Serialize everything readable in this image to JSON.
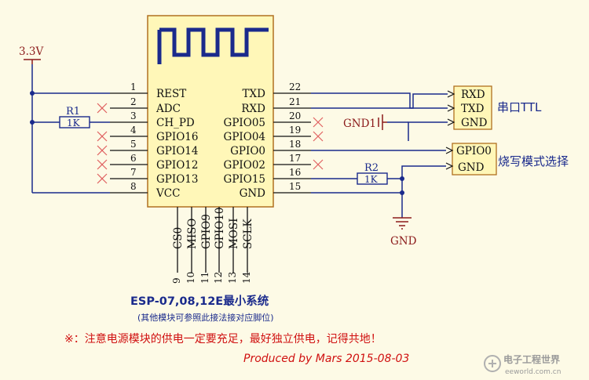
{
  "module": {
    "left_pins": [
      {
        "num": "1",
        "name": "REST"
      },
      {
        "num": "2",
        "name": "ADC"
      },
      {
        "num": "3",
        "name": "CH_PD"
      },
      {
        "num": "4",
        "name": "GPIO16"
      },
      {
        "num": "5",
        "name": "GPIO14"
      },
      {
        "num": "6",
        "name": "GPIO12"
      },
      {
        "num": "7",
        "name": "GPIO13"
      },
      {
        "num": "8",
        "name": "VCC"
      }
    ],
    "right_pins": [
      {
        "num": "22",
        "name": "TXD"
      },
      {
        "num": "21",
        "name": "RXD"
      },
      {
        "num": "20",
        "name": "GPIO05"
      },
      {
        "num": "19",
        "name": "GPIO04"
      },
      {
        "num": "18",
        "name": "GPIO0"
      },
      {
        "num": "17",
        "name": "GPIO02"
      },
      {
        "num": "16",
        "name": "GPIO15"
      },
      {
        "num": "15",
        "name": "GND"
      }
    ],
    "bottom_pins": [
      {
        "num": "9",
        "name": "CS0"
      },
      {
        "num": "10",
        "name": "MISO"
      },
      {
        "num": "11",
        "name": "GPIO9"
      },
      {
        "num": "12",
        "name": "GPIO10"
      },
      {
        "num": "13",
        "name": "MOSI"
      },
      {
        "num": "14",
        "name": "SCLK"
      }
    ]
  },
  "power": {
    "label": "3.3V"
  },
  "r1": {
    "ref": "R1",
    "value": "1K"
  },
  "r2": {
    "ref": "R2",
    "value": "1K"
  },
  "gnd_symbol": {
    "label": "GND"
  },
  "gnd1": {
    "label": "GND1"
  },
  "serial": {
    "pins": [
      "RXD",
      "TXD",
      "GND"
    ],
    "label": "串口TTL"
  },
  "burn": {
    "pins": [
      "GPIO0",
      "GND"
    ],
    "label": "烧写模式选择"
  },
  "title": "ESP-07,08,12E最小系统",
  "subtitle": "(其他模块可参照此接法接对应脚位)",
  "note": "※：注意电源模块的供电一定要充足，最好独立供电，记得共地！",
  "credit": "Produced by Mars  2015-08-03",
  "watermark": {
    "main": "电子工程世界",
    "url": "eeworld.com.cn"
  },
  "colors": {
    "wire": "#1a2a8c",
    "module_fill": "#fff7b8",
    "module_stroke": "#b07020",
    "nc_cross": "#e06060",
    "text_red": "#d01010"
  }
}
